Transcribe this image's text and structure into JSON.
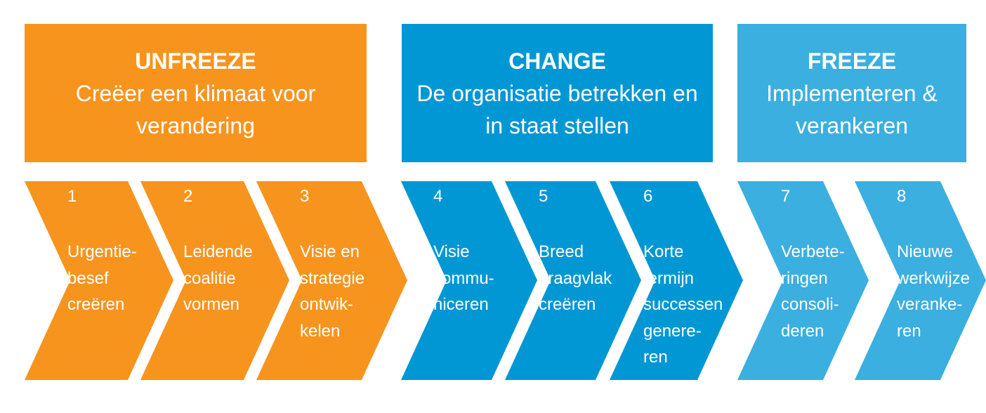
{
  "colors": {
    "unfreeze": "#F7941E",
    "change": "#0097D4",
    "freeze": "#3BAFDF"
  },
  "phases": [
    {
      "title": "UNFREEZE",
      "subtitle": "Creëer een klimaat voor verandering"
    },
    {
      "title": "CHANGE",
      "subtitle": "De organisatie betrekken en in staat stellen"
    },
    {
      "title": "FREEZE",
      "subtitle": "Implementeren & verankeren"
    }
  ],
  "steps": [
    {
      "number": "1",
      "label": "Urgentie-\nbesef\ncreëren",
      "phase": "unfreeze"
    },
    {
      "number": "2",
      "label": "Leidende\ncoalitie\nvormen",
      "phase": "unfreeze"
    },
    {
      "number": "3",
      "label": "Visie en\nstrategie\nontwik-\nkelen",
      "phase": "unfreeze"
    },
    {
      "number": "4",
      "label": "Visie\ncommu-\nniceren",
      "phase": "change"
    },
    {
      "number": "5",
      "label": "Breed\ndraagvlak\ncreëren",
      "phase": "change"
    },
    {
      "number": "6",
      "label": "Korte\ntermijn\nsuccessen\ngenere-\nren",
      "phase": "change"
    },
    {
      "number": "7",
      "label": "Verbete-\nringen\nconsoli-\nderen",
      "phase": "freeze"
    },
    {
      "number": "8",
      "label": "Nieuwe\nwerkwijze\nveranke-\nren",
      "phase": "freeze"
    }
  ]
}
